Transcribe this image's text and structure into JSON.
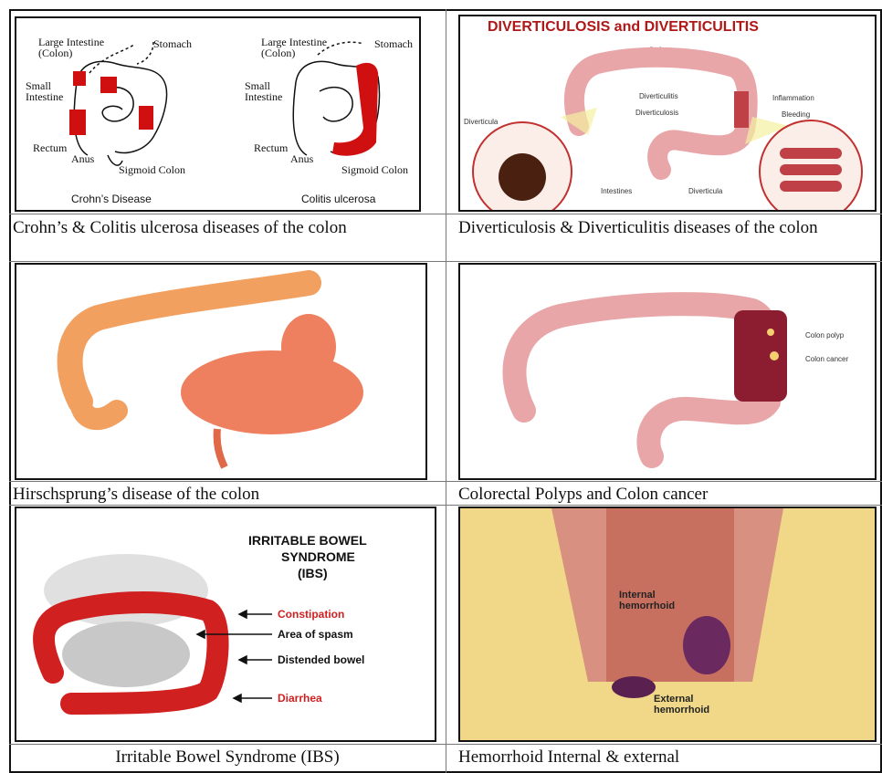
{
  "cells": {
    "crohns_colitis": {
      "caption": "Crohn’s & Colitis ulcerosa diseases of the colon",
      "labels": {
        "large_intestine": "Large Intestine",
        "colon": "(Colon)",
        "stomach": "Stomach",
        "small_intestine_1": "Small",
        "small_intestine_2": "Intestine",
        "rectum": "Rectum",
        "anus": "Anus",
        "sigmoid": "Sigmoid Colon",
        "crohns_title": "Crohn’s Disease",
        "colitis_title": "Colitis ulcerosa"
      }
    },
    "diverticulosis": {
      "caption": "Diverticulosis & Diverticulitis diseases of the colon",
      "labels": {
        "title": "DIVERTICULOSIS and DIVERTICULITIS",
        "colon": "Colon",
        "diverticulitis": "Diverticulitis",
        "inflammation": "Inflammation",
        "diverticulosis": "Diverticulosis",
        "bleeding": "Bleeding",
        "diverticula_left": "Diverticula",
        "intestines": "Intestines",
        "diverticula_right": "Diverticula"
      }
    },
    "hirschsprung": {
      "caption": "Hirschsprung’s disease of the colon"
    },
    "polyps": {
      "caption": "Colorectal Polyps and Colon cancer",
      "labels": {
        "polyp": "Colon polyp",
        "cancer": "Colon cancer"
      }
    },
    "ibs": {
      "caption": "Irritable Bowel Syndrome (IBS)",
      "labels": {
        "title_1": "IRRITABLE BOWEL",
        "title_2": "SYNDROME",
        "title_3": "(IBS)",
        "constipation": "Constipation",
        "spasm": "Area of spasm",
        "distended": "Distended bowel",
        "diarrhea": "Diarrhea"
      }
    },
    "hemorrhoid": {
      "caption": "Hemorrhoid Internal & external",
      "labels": {
        "internal_1": "Internal",
        "internal_2": "hemorrhoid",
        "external_1": "External",
        "external_2": "hemorrhoid"
      }
    }
  },
  "colors": {
    "disease_red": "#d01010",
    "colon_pink": "#e8a6a8",
    "colon_orange": "#f2a060",
    "ibs_red": "#d02020"
  }
}
